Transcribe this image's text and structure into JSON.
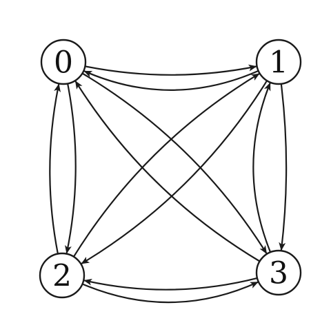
{
  "graph": {
    "nodes": [
      {
        "id": "0",
        "label": "0"
      },
      {
        "id": "1",
        "label": "1"
      },
      {
        "id": "2",
        "label": "2"
      },
      {
        "id": "3",
        "label": "3"
      }
    ],
    "edges": [
      {
        "from": "0",
        "to": "1"
      },
      {
        "from": "1",
        "to": "0"
      },
      {
        "from": "0",
        "to": "2"
      },
      {
        "from": "2",
        "to": "0"
      },
      {
        "from": "0",
        "to": "3"
      },
      {
        "from": "3",
        "to": "0"
      },
      {
        "from": "1",
        "to": "2"
      },
      {
        "from": "2",
        "to": "1"
      },
      {
        "from": "1",
        "to": "3"
      },
      {
        "from": "3",
        "to": "1"
      },
      {
        "from": "2",
        "to": "3"
      },
      {
        "from": "3",
        "to": "2"
      }
    ],
    "colors": {
      "stroke": "#1a1a1a",
      "background": "#ffffff"
    }
  }
}
